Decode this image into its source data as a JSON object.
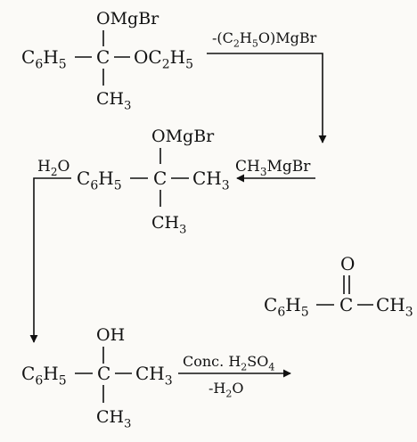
{
  "colors": {
    "ink": "#111111",
    "paper": "#fbfaf7"
  },
  "structures": {
    "s1": {
      "top": "OMgBr",
      "left": "C6H5",
      "center": "C",
      "right": "OC2H5",
      "bottom": "CH3"
    },
    "s2": {
      "top": "OMgBr",
      "left": "C6H5",
      "center": "C",
      "right": "CH3",
      "bottom": "CH3"
    },
    "s3": {
      "top": "O",
      "left": "C6H5",
      "center": "C",
      "right": "CH3"
    },
    "s4": {
      "top": "OH",
      "left": "C6H5",
      "center": "C",
      "right": "CH3",
      "bottom": "CH3"
    }
  },
  "reagents": {
    "r1": "-(C2H5O)MgBr",
    "r2": "CH3MgBr",
    "r3": "H2O",
    "r4_top": "Conc. H2SO4",
    "r4_bottom": "-H2O"
  }
}
